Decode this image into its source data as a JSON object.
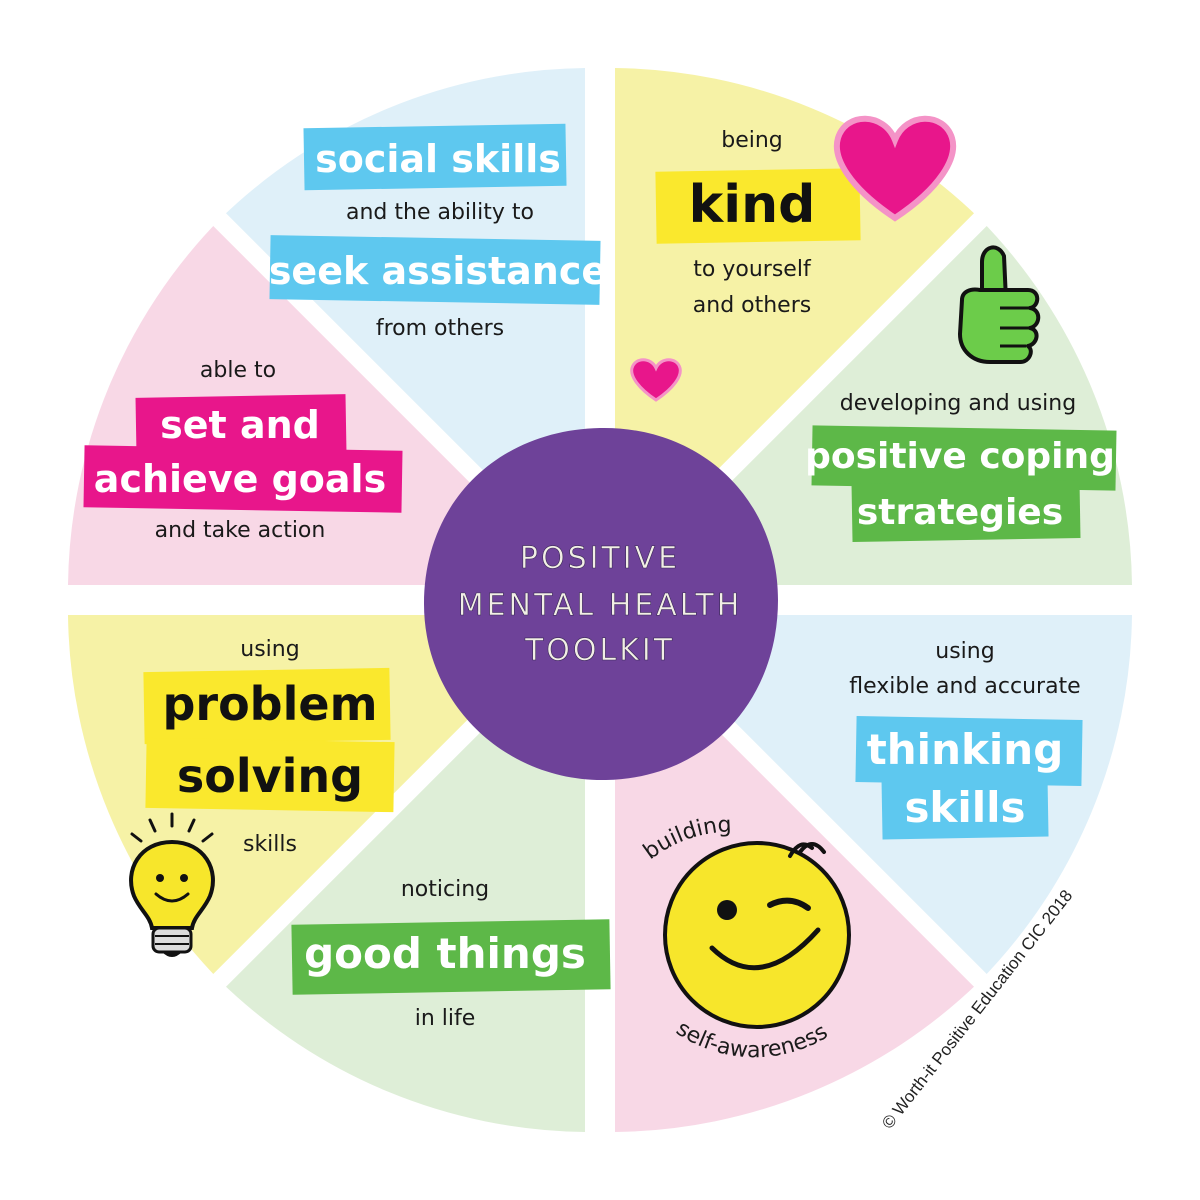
{
  "center": {
    "line1": "POSITIVE",
    "line2": "MENTAL HEALTH",
    "line3": "TOOLKIT",
    "color": "#6e4299"
  },
  "segments": {
    "social": {
      "bg": "#dff0f9",
      "highlight": "#5ec8ef",
      "label1": "social skills",
      "text1": "and the ability to",
      "label2": "seek assistance",
      "text2": "from others"
    },
    "kind": {
      "bg": "#f6f2a6",
      "highlight": "#fae82d",
      "text1": "being",
      "label": "kind",
      "text2": "to yourself",
      "text3": "and others",
      "icons": [
        "heart-icon",
        "small-heart-icon"
      ]
    },
    "coping": {
      "bg": "#deeed7",
      "highlight": "#5db848",
      "text1": "developing and using",
      "label1": "positive coping",
      "label2": "strategies",
      "icons": [
        "thumbs-up-icon"
      ]
    },
    "thinking": {
      "bg": "#dff0f9",
      "highlight": "#5ec8ef",
      "text1": "using",
      "text2": "flexible and accurate",
      "label1": "thinking",
      "label2": "skills"
    },
    "awareness": {
      "bg": "#f8d8e6",
      "text1": "building",
      "text2": "self-awareness",
      "icons": [
        "winking-smiley-icon"
      ]
    },
    "good": {
      "bg": "#deeed7",
      "highlight": "#5db848",
      "text1": "noticing",
      "label": "good things",
      "text2": "in life"
    },
    "problem": {
      "bg": "#f6f2a6",
      "highlight": "#fae82d",
      "text1": "using",
      "label1": "problem",
      "label2": "solving",
      "text2": "skills",
      "icons": [
        "light-bulb-icon"
      ]
    },
    "goals": {
      "bg": "#f8d8e6",
      "highlight": "#e8168b",
      "text1": "able to",
      "label1": "set and",
      "label2": "achieve goals",
      "text2": "and take action"
    }
  },
  "copyright": "© Worth-it Positive Education CIC 2018"
}
